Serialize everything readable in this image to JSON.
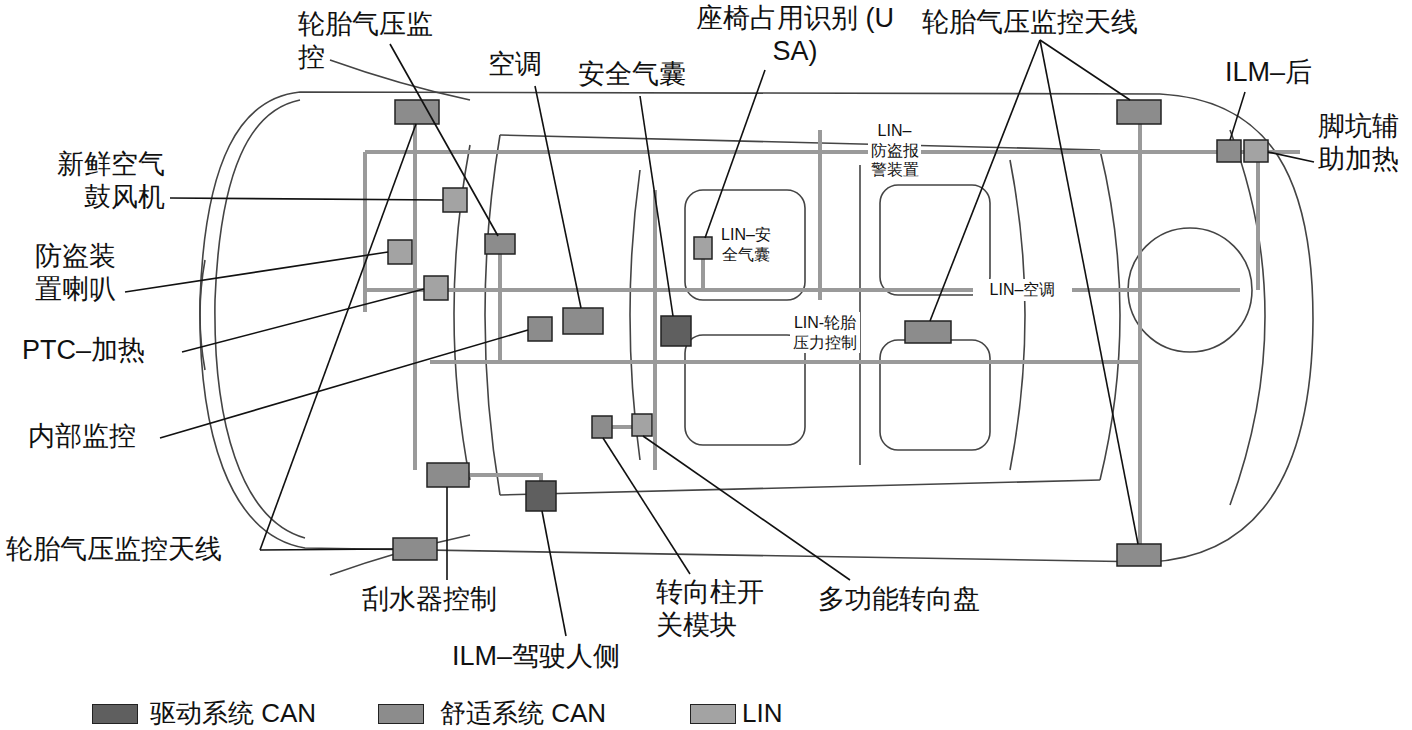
{
  "diagram": {
    "labels": [
      "轮胎气压监控",
      "空调",
      "座椅占用识别 (USA)",
      "安全气囊",
      "轮胎气压监控天线",
      "ILM–后",
      "脚坑辅助加热",
      "新鲜空气鼓风机",
      "防盗装置喇叭",
      "PTC–加热",
      "内部监控",
      "轮胎气压监控天线",
      "刮水器控制",
      "ILM–驾驶人侧",
      "转向柱开关模块",
      "多功能转向盘",
      "LIN–防盗报警装置",
      "LIN–安全气囊",
      "LIN–空调",
      "LIN-轮胎压力控制"
    ],
    "legend": [
      {
        "text": "驱动系统 CAN",
        "color": "#5f5f5f"
      },
      {
        "text": "舒适系统 CAN",
        "color": "#8c8c8c"
      },
      {
        "text": "LIN",
        "color": "#a3a3a3"
      }
    ]
  }
}
